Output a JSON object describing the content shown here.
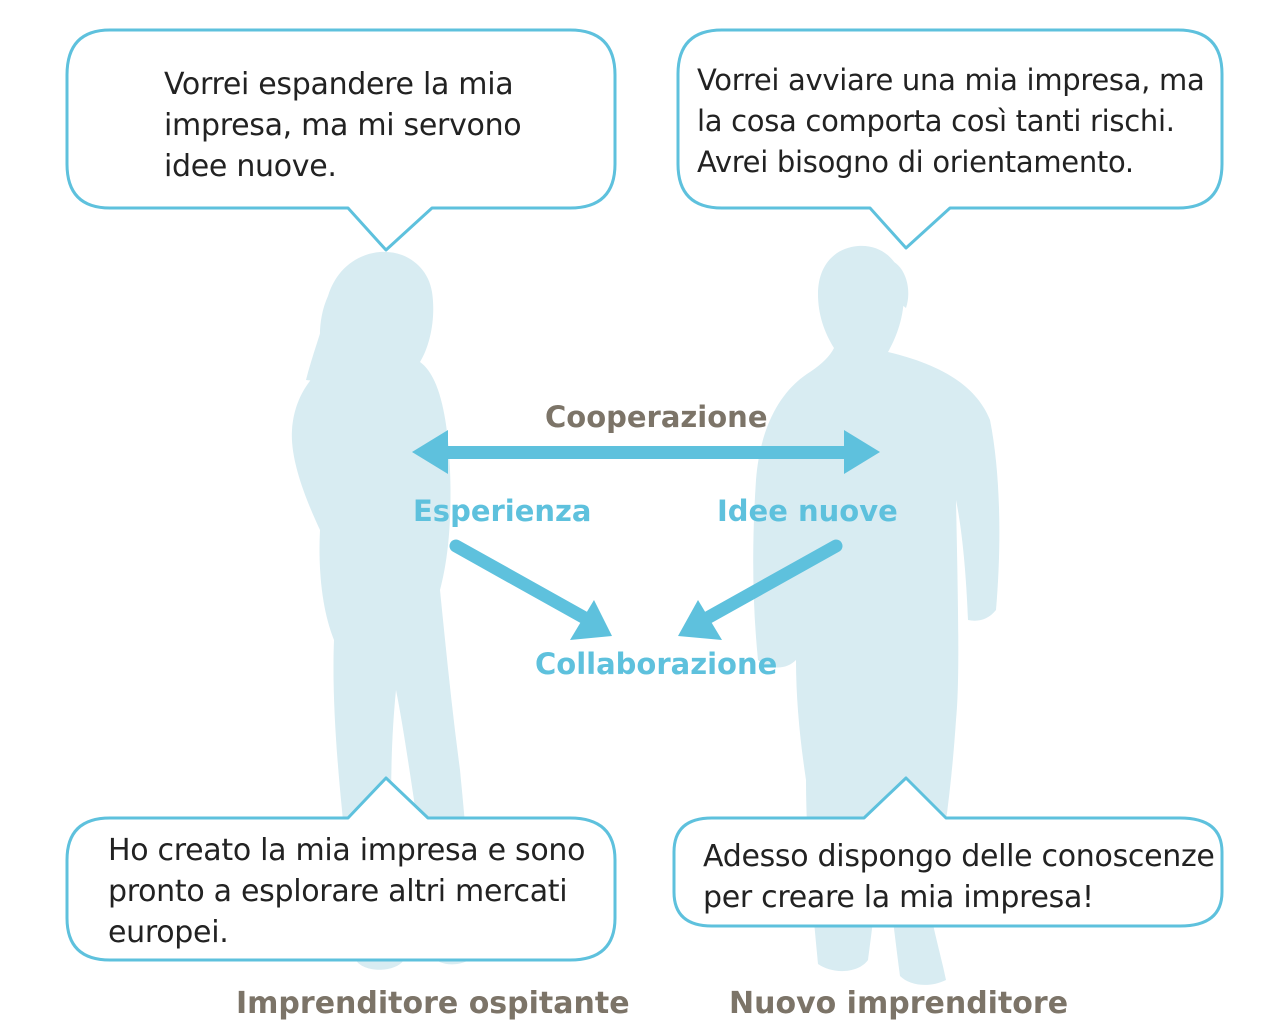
{
  "colors": {
    "accent": "#5ec1dd",
    "silhouette": "#d8ecf2",
    "label_text": "#7c7468",
    "body_text": "#222222",
    "background": "#ffffff"
  },
  "bubbles": {
    "top_left": "Vorrei espandere la mia\nimpresa, ma mi servono\nidee nuove.",
    "top_right": "Vorrei avviare una mia impresa, ma\nla cosa comporta così tanti rischi.\nAvrei bisogno di orientamento.",
    "bottom_left": "Ho creato la mia impresa e sono\npronto a esplorare altri mercati\neuropei.",
    "bottom_right": "Adesso dispongo delle conoscenze\nper creare la mia impresa!"
  },
  "labels": {
    "cooperation": "Cooperazione",
    "experience": "Esperienza",
    "new_ideas": "Idee nuove",
    "collaboration": "Collaborazione"
  },
  "captions": {
    "host": "Imprenditore ospitante",
    "new": "Nuovo imprenditore"
  },
  "figures": {
    "left": "woman-silhouette",
    "right": "man-silhouette"
  }
}
